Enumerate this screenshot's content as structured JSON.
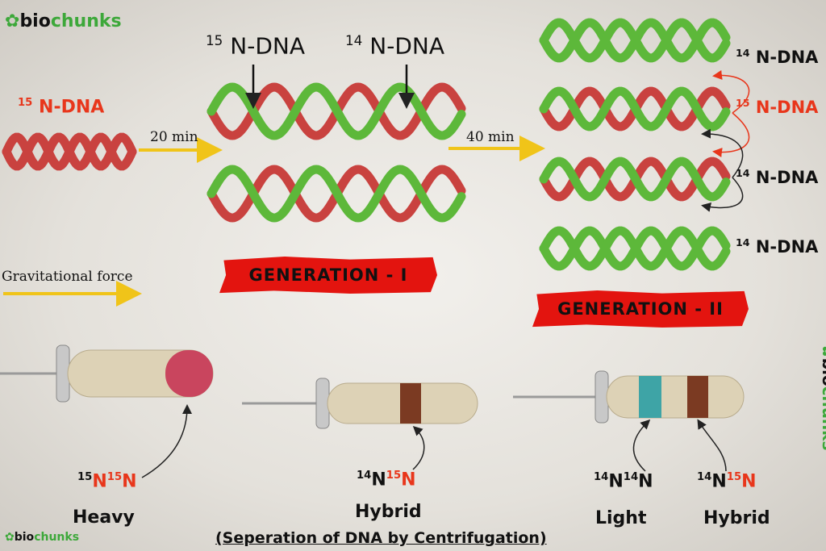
{
  "logo": {
    "part1": "bio",
    "part2": "chunks"
  },
  "labels": {
    "start_dna": {
      "mass": "15",
      "text": "N-DNA"
    },
    "gen1_left": {
      "mass": "15",
      "text": "N-DNA"
    },
    "gen1_right": {
      "mass": "14",
      "text": "N-DNA"
    },
    "gen2": [
      {
        "mass": "14",
        "text": "N-DNA"
      },
      {
        "mass": "15",
        "text": "N-DNA"
      },
      {
        "mass": "14",
        "text": "N-DNA"
      },
      {
        "mass": "14",
        "text": "N-DNA"
      }
    ]
  },
  "arrows": {
    "step1": "20 min",
    "step2": "40 min",
    "force": "Gravitational force"
  },
  "generations": {
    "first": "GENERATION - I",
    "second": "GENERATION - II"
  },
  "tubes": [
    {
      "band_label": {
        "m1": "15",
        "e1": "N",
        "m2": "15",
        "e2": "N"
      },
      "name": "Heavy"
    },
    {
      "band_label": {
        "m1": "14",
        "e1": "N",
        "m2": "15",
        "e2": "N"
      },
      "name": "Hybrid"
    },
    {
      "band_label": {
        "m1": "14",
        "e1": "N",
        "m2": "14",
        "e2": "N"
      },
      "name": "Light"
    },
    {
      "band_label": {
        "m1": "14",
        "e1": "N",
        "m2": "15",
        "e2": "N"
      },
      "name": "Hybrid"
    }
  ],
  "caption": "(Seperation of DNA by Centrifugation)",
  "colors": {
    "heavy_strand": "#c9423f",
    "light_strand": "#5db83a",
    "accent_red": "#e8361b",
    "banner": "#e3140f"
  }
}
